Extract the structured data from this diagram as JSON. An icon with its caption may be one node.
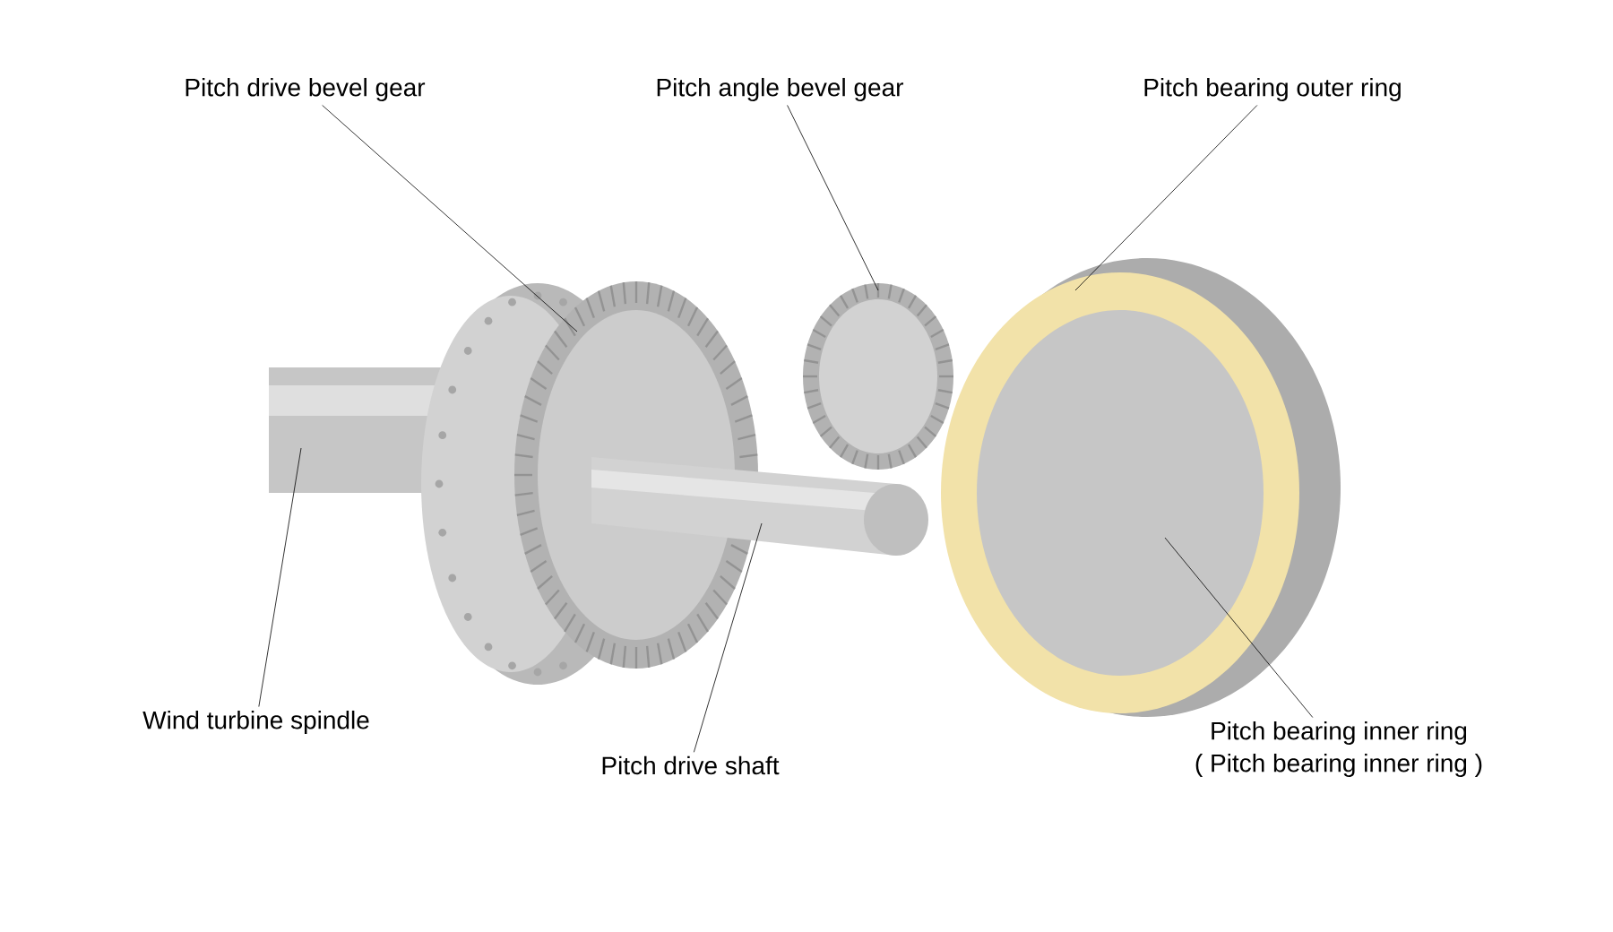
{
  "diagram": {
    "nodes": [
      {
        "text": [
          "Pitch drive bevel gear"
        ]
      },
      {
        "text": [
          "Pitch angle bevel gear"
        ]
      },
      {
        "text": [
          "Pitch bearing outer ring"
        ]
      },
      {
        "text": [
          "Wind turbine spindle"
        ]
      },
      {
        "text": [
          "Pitch drive shaft"
        ]
      },
      {
        "text": [
          "Pitch bearing inner ring",
          "( Pitch bearing inner ring )"
        ]
      }
    ],
    "edges": [
      {
        "from": 0,
        "to": null,
        "arrow": "none"
      },
      {
        "from": 1,
        "to": null,
        "arrow": "none"
      },
      {
        "from": 2,
        "to": null,
        "arrow": "none"
      },
      {
        "from": 3,
        "to": null,
        "arrow": "none"
      },
      {
        "from": 4,
        "to": null,
        "arrow": "none"
      },
      {
        "from": 5,
        "to": null,
        "arrow": "none"
      }
    ]
  }
}
